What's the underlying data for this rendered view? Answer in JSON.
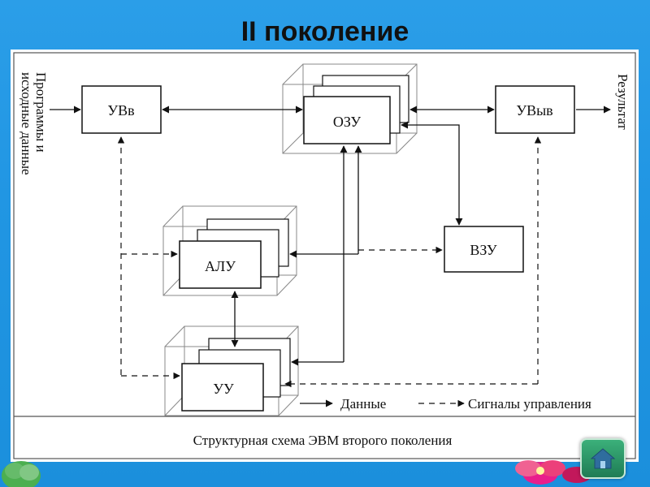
{
  "slide": {
    "title": "II поколение"
  },
  "diagram": {
    "boxes": {
      "uvv": "УВв",
      "ozu": "ОЗУ",
      "uvyv": "УВыв",
      "alu": "АЛУ",
      "vzu": "ВЗУ",
      "uu": "УУ"
    },
    "left_label_line1": "Программы и",
    "left_label_line2": "исходные данные",
    "right_label": "Результат",
    "legend": {
      "data": "Данные",
      "control": "Сигналы управления"
    },
    "caption": "Структурная схема ЭВМ второго поколения"
  },
  "icons": {
    "home": "home-icon"
  }
}
